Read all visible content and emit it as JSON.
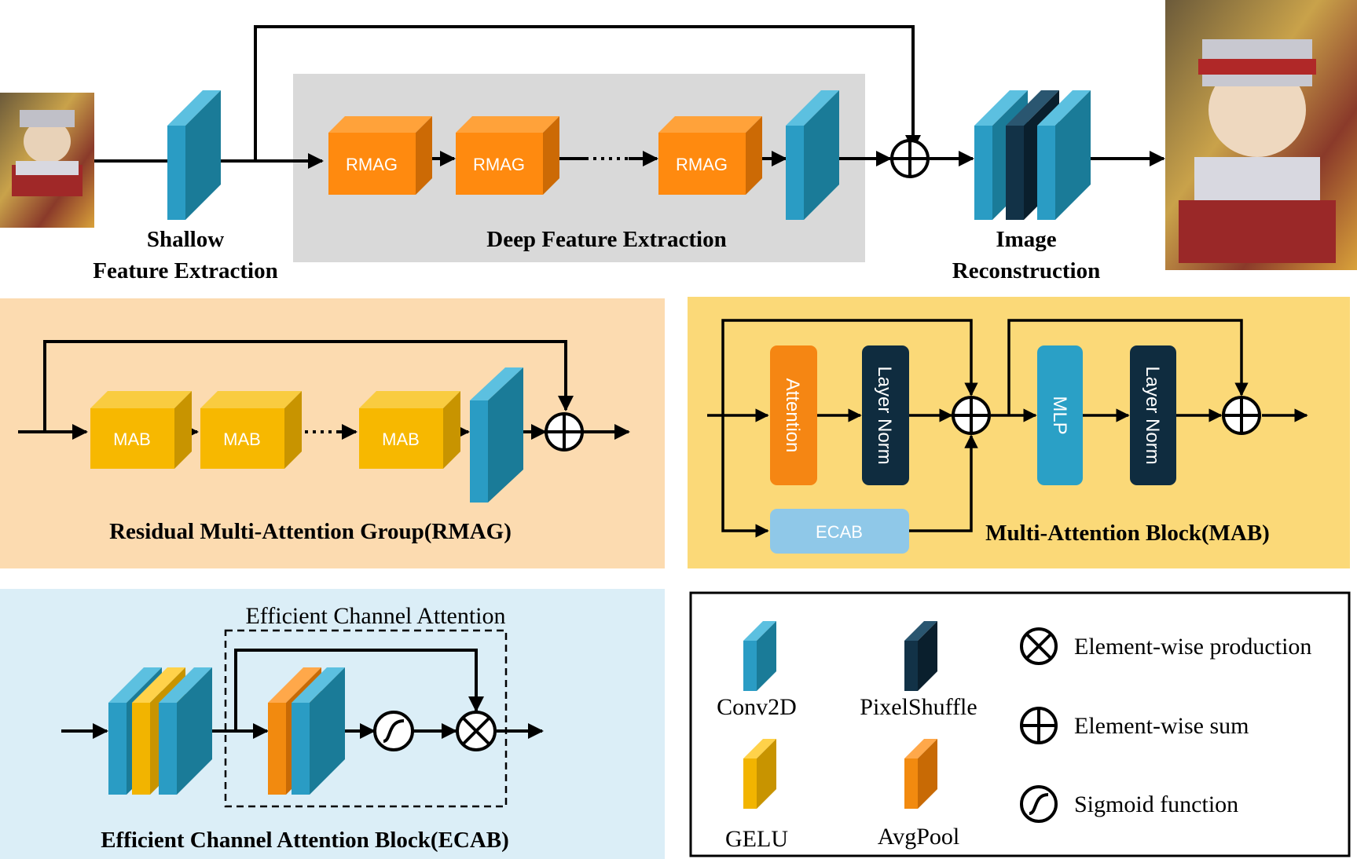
{
  "top": {
    "shallow_label": [
      "Shallow",
      "Feature Extraction"
    ],
    "deep_label": "Deep Feature Extraction",
    "recon_label": [
      "Image",
      "Reconstruction"
    ],
    "rmag_blocks": [
      "RMAG",
      "RMAG",
      "RMAG"
    ]
  },
  "rmag_panel": {
    "title": "Residual Multi-Attention Group(RMAG)",
    "mab_blocks": [
      "MAB",
      "MAB",
      "MAB"
    ]
  },
  "mab_panel": {
    "title": "Multi-Attention Block(MAB)",
    "attention": "Attention",
    "layer_norm_1": "Layer Norm",
    "mlp": "MLP",
    "layer_norm_2": "Layer Norm",
    "ecab": "ECAB"
  },
  "ecab_panel": {
    "title": "Efficient Channel Attention Block(ECAB)",
    "inner_label": "Efficient Channel Attention"
  },
  "legend": {
    "conv2d": "Conv2D",
    "pixelshuffle": "PixelShuffle",
    "gelu": "GELU",
    "avgpool": "AvgPool",
    "product": "Element-wise production",
    "sum": "Element-wise sum",
    "sigmoid": "Sigmoid function"
  },
  "colors": {
    "conv": "#2a9cc4",
    "pixelshuffle": "#123247",
    "gelu": "#f2b400",
    "avgpool": "#f28a0f",
    "rmag": "#ff8a0f",
    "mab": "#f7b800",
    "rmag_bg": "#fcdbb0",
    "mab_bg": "#fbd978",
    "ecab_bg": "#dbeef7",
    "deep_bg": "#d9d9d9",
    "ecab_box": "#8fc8e8"
  }
}
